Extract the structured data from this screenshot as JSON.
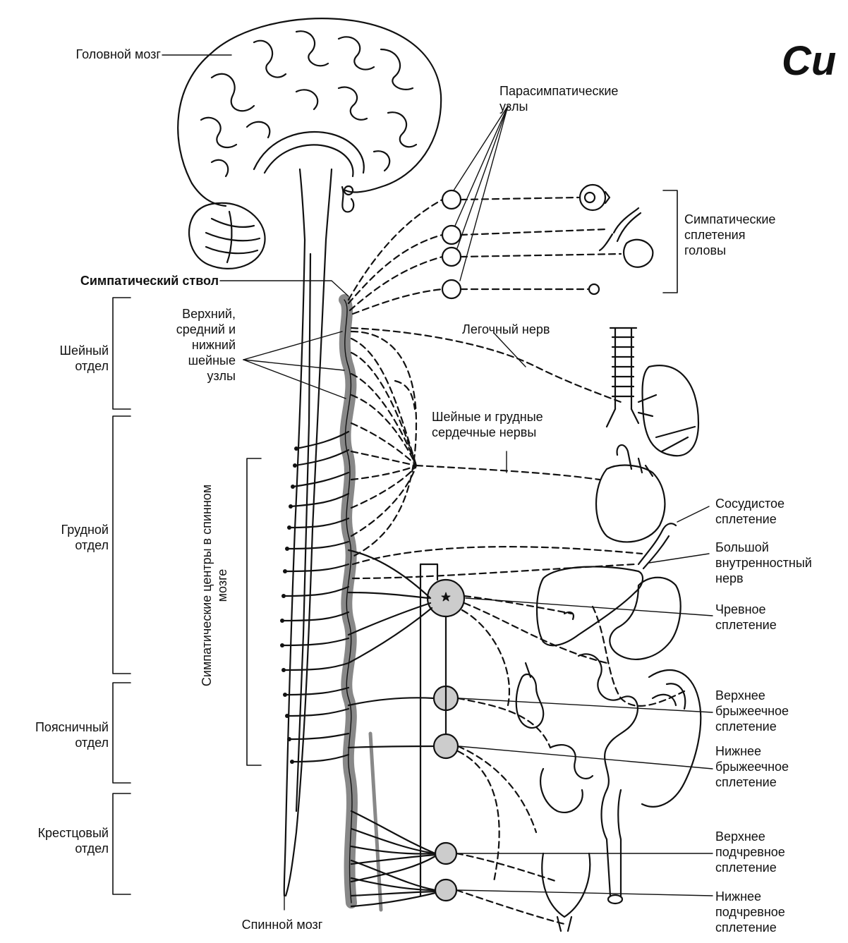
{
  "title": "Си",
  "labels": {
    "brain": "Головной мозг",
    "parasympathetic_ganglia": [
      "Парасимпатические",
      "узлы"
    ],
    "head_plexuses": [
      "Симпатические",
      "сплетения",
      "головы"
    ],
    "sympathetic_trunk": "Симпатический ствол",
    "cervical_ganglia": [
      "Верхний,",
      "средний и",
      "нижний",
      "шейные",
      "узлы"
    ],
    "pulmonary_nerve": "Легочный нерв",
    "cardiac_nerves": [
      "Шейные и грудные",
      "сердечные нервы"
    ],
    "spinal_centers": "Симпатические центры в спинном мозге",
    "vascular_plexus": [
      "Сосудистое",
      "сплетение"
    ],
    "greater_splanchnic": [
      "Большой",
      "внутренностный",
      "нерв"
    ],
    "celiac_plexus": [
      "Чревное",
      "сплетение"
    ],
    "superior_mesenteric": [
      "Верхнее",
      "брыжеечное",
      "сплетение"
    ],
    "inferior_mesenteric": [
      "Нижнее",
      "брыжеечное",
      "сплетение"
    ],
    "superior_hypogastric": [
      "Верхнее",
      "подчревное",
      "сплетение"
    ],
    "inferior_hypogastric": [
      "Нижнее",
      "подчревное",
      "сплетение"
    ],
    "spinal_cord": "Спинной мозг"
  },
  "regions": {
    "cervical": [
      "Шейный",
      "отдел"
    ],
    "thoracic": [
      "Грудной",
      "отдел"
    ],
    "lumbar": [
      "Поясничный",
      "отдел"
    ],
    "sacral": [
      "Крестцовый",
      "отдел"
    ]
  }
}
